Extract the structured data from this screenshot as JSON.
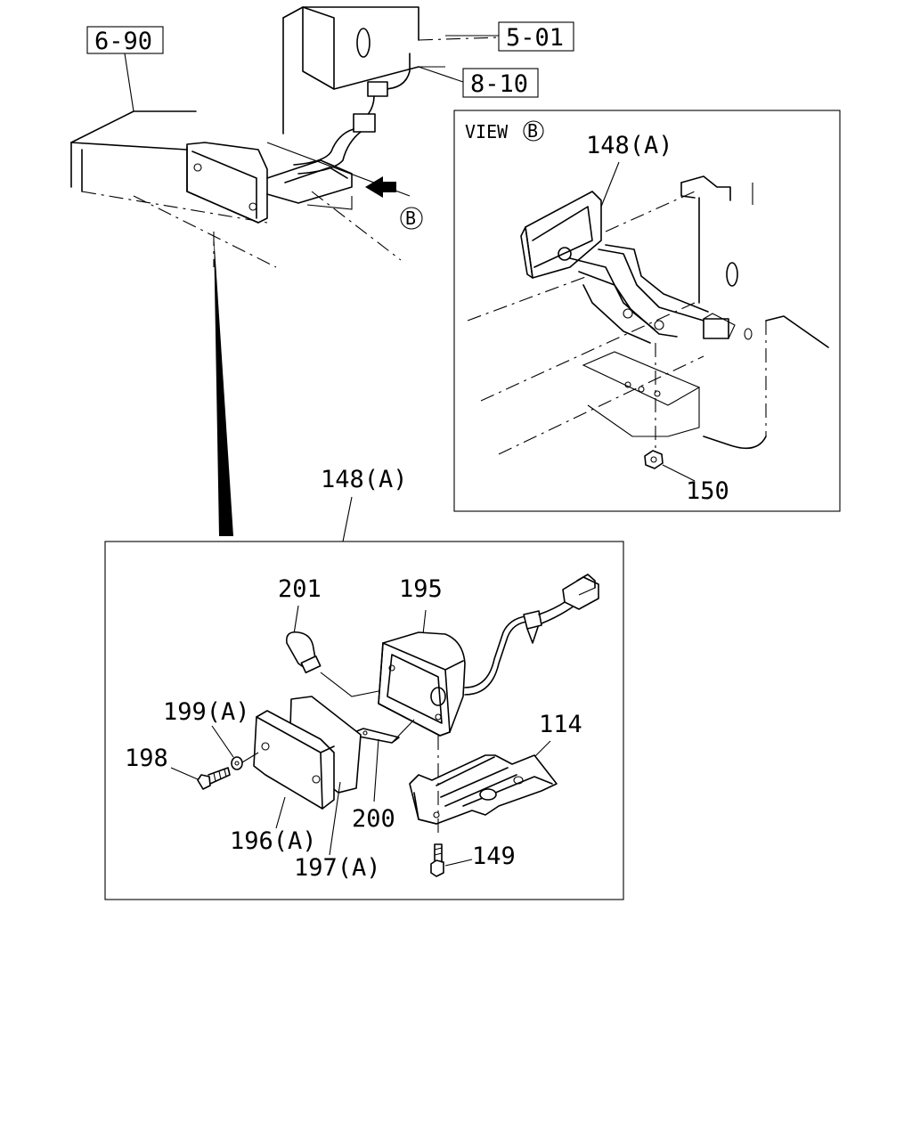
{
  "refs": {
    "body_ref": "6-90",
    "frame_ref": "5-01",
    "harness_ref": "8-10"
  },
  "view": {
    "title_prefix": "VIEW",
    "title_letter": "B",
    "arrow_letter": "B"
  },
  "parts": {
    "lamp_assy": "148(A)",
    "lamp_assy_detail": "148(A)",
    "nut": "150",
    "bulb": "201",
    "housing": "195",
    "bracket": "114",
    "washer": "199(A)",
    "screw": "198",
    "lens": "196(A)",
    "gasket": "197(A)",
    "plate": "200",
    "bolt": "149"
  }
}
